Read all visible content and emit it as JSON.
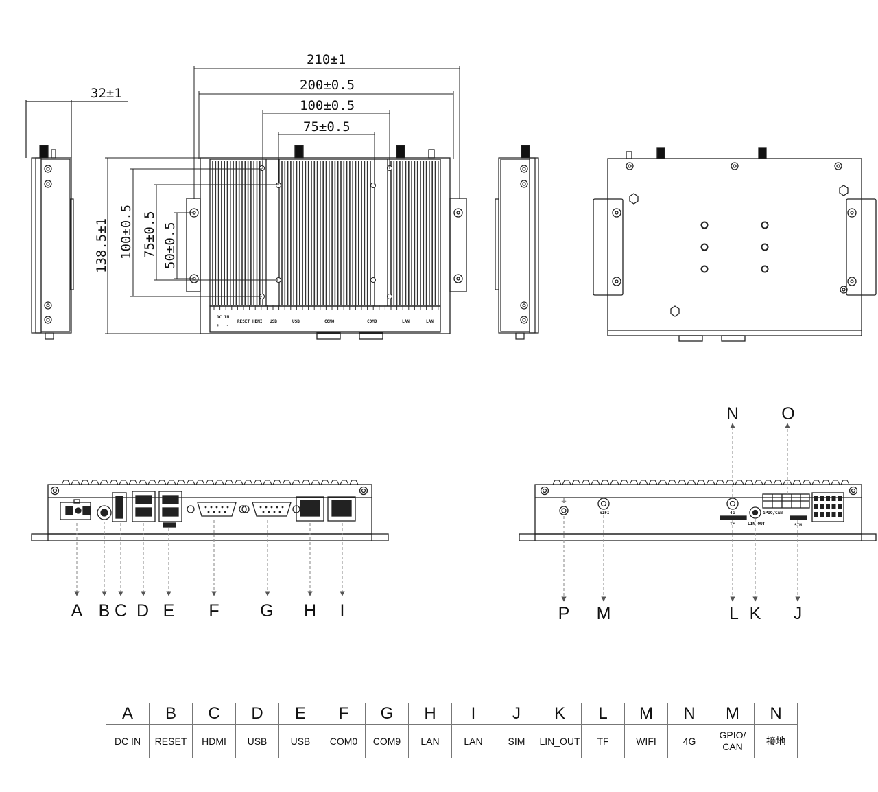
{
  "dimensions": {
    "width_210": "210±1",
    "width_200": "200±0.5",
    "width_100": "100±0.5",
    "width_75": "75±0.5",
    "depth_32": "32±1",
    "height_138": "138.5±1",
    "height_100": "100±0.5",
    "height_75": "75±0.5",
    "height_50": "50±0.5"
  },
  "front_top_labels": {
    "dc_in": "DC IN",
    "plus": "+",
    "minus": "-",
    "reset": "RESET",
    "hdmi": "HDMI",
    "usb1": "USB",
    "usb2": "USB",
    "com0": "COM0",
    "com9": "COM9",
    "lan1": "LAN",
    "lan2": "LAN"
  },
  "rear_panel_labels": {
    "wifi": "WIFI",
    "g4": "4G",
    "tf": "TF",
    "lin_out": "LIN_OUT",
    "gpio_can": "GPIO/CAN",
    "sim": "SIM",
    "ground_symbol": "⏚"
  },
  "callouts_front": [
    "A",
    "B",
    "C",
    "D",
    "E",
    "F",
    "G",
    "H",
    "I"
  ],
  "callouts_rear_bottom": [
    "P",
    "M",
    "L",
    "K",
    "J"
  ],
  "callouts_rear_top": [
    "N",
    "O"
  ],
  "legend": {
    "letters": [
      "A",
      "B",
      "C",
      "D",
      "E",
      "F",
      "G",
      "H",
      "I",
      "J",
      "K",
      "L",
      "M",
      "N",
      "M",
      "N"
    ],
    "names": [
      "DC IN",
      "RESET",
      "HDMI",
      "USB",
      "USB",
      "COM0",
      "COM9",
      "LAN",
      "LAN",
      "SIM",
      "LIN_OUT",
      "TF",
      "WIFI",
      "4G",
      "GPIO/\nCAN",
      "接地"
    ]
  },
  "colors": {
    "line": "#222222",
    "dashed": "#9a9a9a",
    "fin": "#333333"
  }
}
